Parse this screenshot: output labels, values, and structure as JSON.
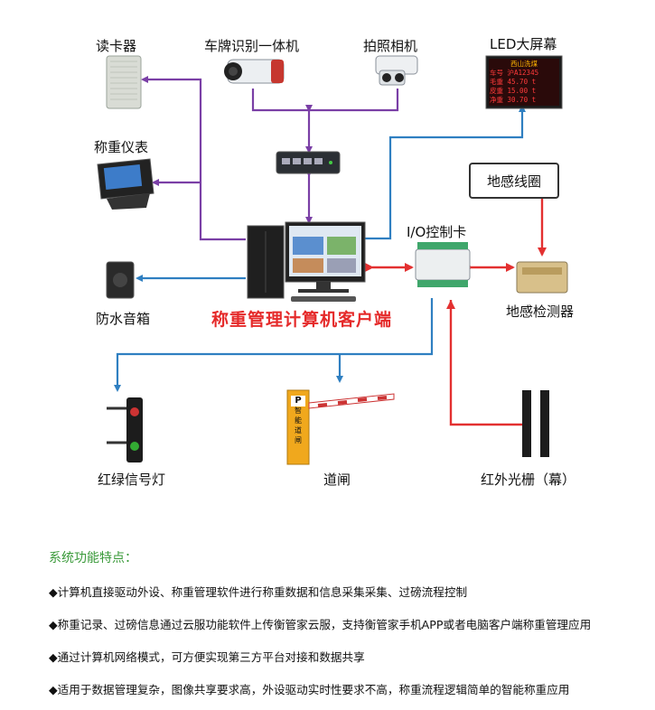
{
  "devices": {
    "card_reader": "读卡器",
    "plate_camera": "车牌识别一体机",
    "photo_camera": "拍照相机",
    "led_screen": "LED大屏幕",
    "weighing_meter": "称重仪表",
    "speaker": "防水音箱",
    "io_card": "I/O控制卡",
    "ground_coil": "地感线圈",
    "ground_detector": "地感检测器",
    "traffic_light": "红绿信号灯",
    "barrier_gate": "道闸",
    "infrared_grating": "红外光栅（幕）"
  },
  "center_title": "称重管理计算机客户端",
  "led_display": {
    "rows": [
      "西山洗煤",
      "车号  沪A12345",
      "毛重      45.70 t",
      "皮重      15.00 t",
      "净重      30.70 t"
    ]
  },
  "gate_sign": [
    "P",
    "智",
    "能",
    "道",
    "闸"
  ],
  "features": {
    "heading": "系统功能特点：",
    "items": [
      "◆计算机直接驱动外设、称重管理软件进行称重数据和信息采集采集、过磅流程控制",
      "◆称重记录、过磅信息通过云服功能软件上传衡管家云服，支持衡管家手机APP或者电脑客户端称重管理应用",
      "◆通过计算机网络模式，可方便实现第三方平台对接和数据共享",
      "◆适用于数据管理复杂，图像共享要求高，外设驱动实时性要求不高，称重流程逻辑简单的智能称重应用"
    ]
  },
  "colors": {
    "purple": "#7a3fa6",
    "blue": "#2f7fc1",
    "red": "#e33030"
  }
}
